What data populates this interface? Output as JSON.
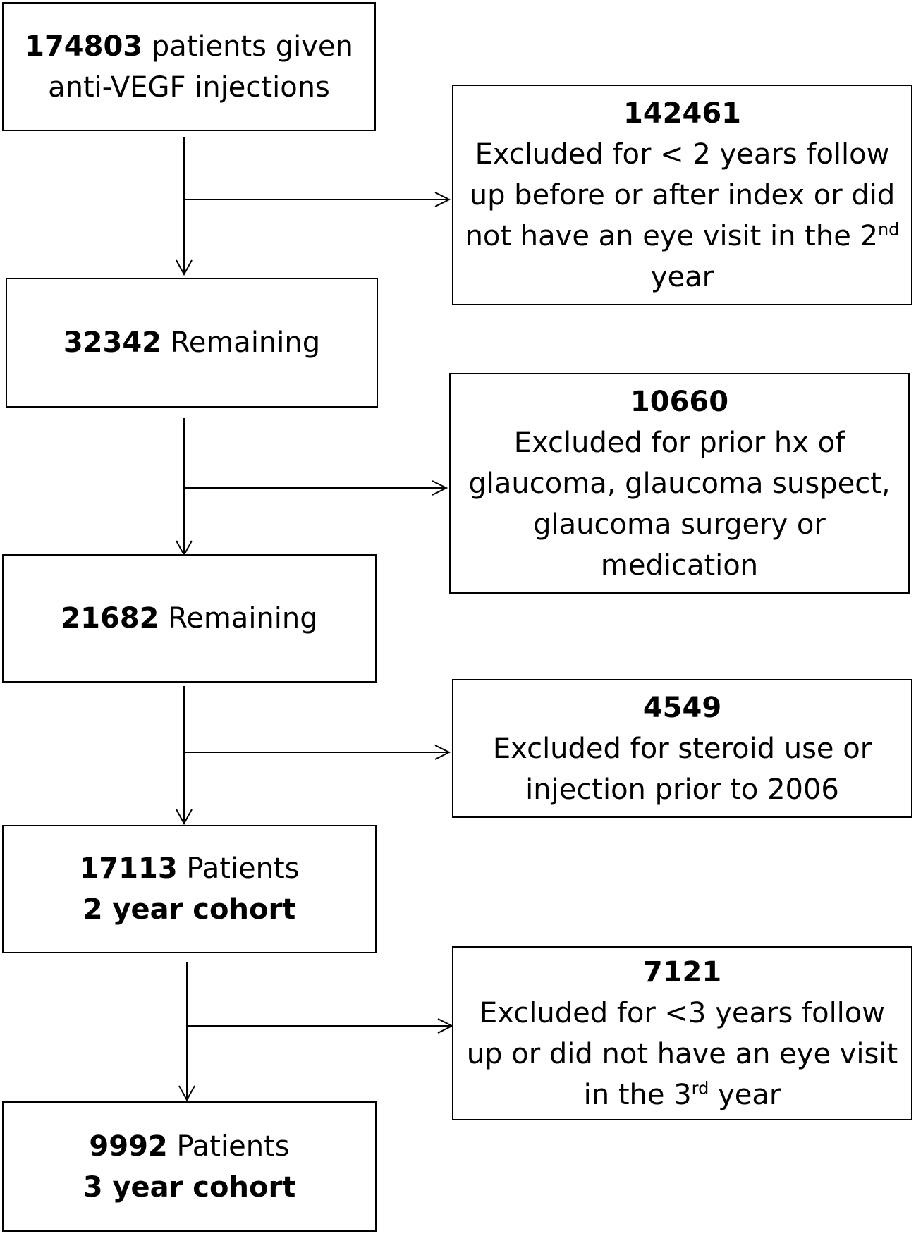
{
  "flow": {
    "box1": {
      "line1_bold": "174803",
      "line1_rest": " patients given",
      "line2": "anti-VEGF injections"
    },
    "box2": {
      "bold": "32342",
      "rest": " Remaining"
    },
    "box3": {
      "bold": "21682",
      "rest": " Remaining"
    },
    "box4": {
      "line1_bold": "17113",
      "line1_rest": " Patients",
      "line2_bold": "2 year cohort"
    },
    "box5": {
      "line1_bold": "9992",
      "line1_rest": " Patients",
      "line2_bold": "3 year cohort"
    }
  },
  "exclusions": {
    "ex1": {
      "count": "142461",
      "line1": "Excluded for < 2 years follow",
      "line2": "up before or after index or did",
      "line3_pre": "not have an eye visit in the 2",
      "line3_sup": "nd",
      "line4": "year"
    },
    "ex2": {
      "count": "10660",
      "line1": "Excluded for prior hx of",
      "line2": "glaucoma, glaucoma suspect,",
      "line3": "glaucoma surgery or",
      "line4": "medication"
    },
    "ex3": {
      "count": "4549",
      "line1": "Excluded for steroid use or",
      "line2": "injection prior to 2006"
    },
    "ex4": {
      "count": "7121",
      "line1": "Excluded for <3 years follow",
      "line2": "up or did not have an eye visit",
      "line3_pre": "in the 3",
      "line3_sup": "rd",
      "line3_post": " year"
    }
  }
}
